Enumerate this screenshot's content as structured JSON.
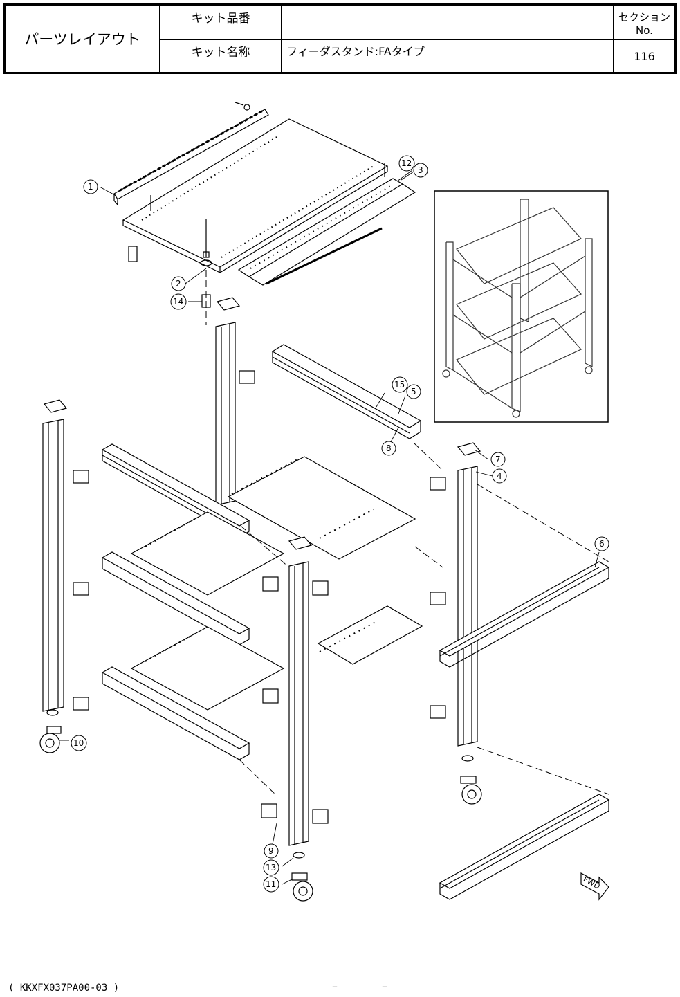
{
  "header": {
    "title": "パーツレイアウト",
    "kit_number_label": "キット品番",
    "kit_number_value": "",
    "kit_name_label": "キット名称",
    "kit_name_value": "フィーダスタンド:FAタイプ",
    "section_label": "セクションNo.",
    "section_value": "116"
  },
  "callouts": [
    "1",
    "2",
    "3",
    "4",
    "5",
    "6",
    "7",
    "8",
    "9",
    "10",
    "11",
    "12",
    "13",
    "14",
    "15"
  ],
  "fwd_label": "FWD",
  "footer": {
    "code": "( KKXFX037PA00-03 )",
    "dash_left": "–",
    "dash_right": "–"
  }
}
